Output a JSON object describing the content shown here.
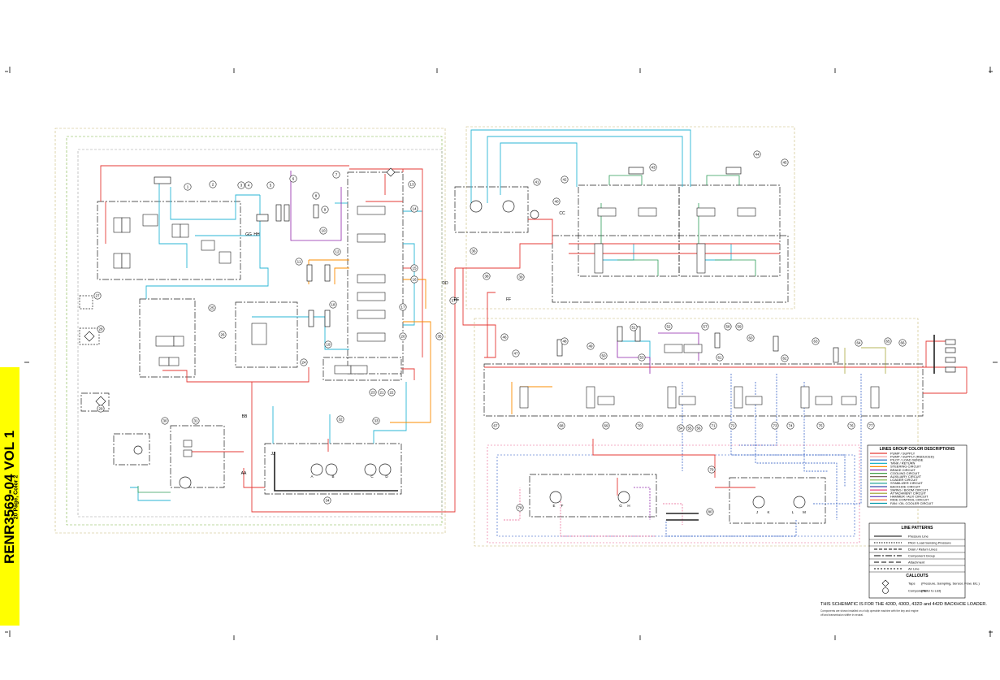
{
  "banner": {
    "title": "RENR3569-04 VOL 1",
    "subtitle": "20 Page, Color 2"
  },
  "legend_color": {
    "title": "LINES GROUP COLOR DESCRIPTIONS",
    "rows": [
      {
        "color": "#e53935",
        "text": "PUMP / SUPPLY"
      },
      {
        "color": "#f4a3a3",
        "text": "PUMP / SUPPLY (REDUCED)"
      },
      {
        "color": "#1565c0",
        "text": "PILOT / LOAD SENSE"
      },
      {
        "color": "#00acc1",
        "text": "TANK / RETURN"
      },
      {
        "color": "#fb8c00",
        "text": "STEERING CIRCUIT"
      },
      {
        "color": "#8e24aa",
        "text": "BRAKE CIRCUIT"
      },
      {
        "color": "#43a047",
        "text": "COOLING CIRCUIT"
      },
      {
        "color": "#6d4c41",
        "text": "AUXILIARY CIRCUIT"
      },
      {
        "color": "#7cb342",
        "text": "LOADER CIRCUIT"
      },
      {
        "color": "#26a69a",
        "text": "STABILIZER CIRCUIT"
      },
      {
        "color": "#3949ab",
        "text": "BACKHOE CIRCUIT"
      },
      {
        "color": "#ec407a",
        "text": "SWING / BOOM CIRCUIT"
      },
      {
        "color": "#9e9d24",
        "text": "ATTACHMENT CIRCUIT"
      },
      {
        "color": "#5e35b1",
        "text": "HAMMER / AUX CIRCUIT"
      },
      {
        "color": "#ff7043",
        "text": "RIDE CONTROL CIRCUIT"
      },
      {
        "color": "#0097a7",
        "text": "FAN / OIL COOLER CIRCUIT"
      }
    ]
  },
  "legend_line": {
    "title": "LINE PATTERNS",
    "rows": [
      {
        "dash": "",
        "text": "Pressure Line"
      },
      {
        "dash": "1.5,1.5",
        "text": "Pilot / Load Sensing Pressure"
      },
      {
        "dash": "4,2",
        "text": "Drain / Return Lines"
      },
      {
        "dash": "8,2,2,2",
        "text": "Component Group"
      },
      {
        "dash": "6,3",
        "text": "Attachment"
      },
      {
        "dash": "2,2",
        "text": "Air Line"
      }
    ],
    "callouts_title": "CALLOUTS",
    "callouts": [
      {
        "shape": "diamond",
        "text": "Taps"
      },
      {
        "shape": "circle",
        "text": "Components"
      }
    ],
    "callout_notes": [
      "(Pressure, Sampling, Sensor, Flow, Etc.)",
      "(Refer to List)"
    ]
  },
  "notes": {
    "main": "THIS SCHEMATIC IS FOR THE 420D, 430D, 432D and 442D BACKHOE LOADER.",
    "line1": "Components are shown installed on a fully operable machine with the key and engine",
    "line2": "off and transmission shifter in neutral."
  },
  "callouts": [
    "1",
    "2",
    "3",
    "4",
    "5",
    "6",
    "7",
    "8",
    "9",
    "10",
    "11",
    "12",
    "13",
    "14",
    "15",
    "16",
    "17",
    "18",
    "19",
    "20",
    "21",
    "22",
    "23",
    "24",
    "25",
    "26",
    "27",
    "28",
    "29",
    "30",
    "31",
    "32",
    "33",
    "34",
    "35",
    "36",
    "37",
    "38",
    "39",
    "40",
    "41",
    "42",
    "43",
    "44",
    "45",
    "46",
    "47",
    "48",
    "49",
    "50",
    "51",
    "52",
    "53",
    "54",
    "55",
    "56",
    "57",
    "58",
    "59",
    "60",
    "61",
    "62",
    "63",
    "64",
    "65",
    "66",
    "67",
    "68",
    "69",
    "70",
    "71",
    "72",
    "73",
    "74",
    "75",
    "76",
    "77",
    "78",
    "79",
    "80"
  ],
  "tap_labels": [
    "AA",
    "BB",
    "CC",
    "DD",
    "EE",
    "FF",
    "GG",
    "HH",
    "JJ"
  ],
  "port_letters": [
    "A",
    "B",
    "C",
    "D",
    "E",
    "F",
    "G",
    "H",
    "J",
    "K",
    "L",
    "M"
  ],
  "colors": {
    "pressure": "#e53935",
    "return": "#29b6d6",
    "pilot": "#1e4fbf",
    "orange": "#fb8c00",
    "purple": "#8e24aa",
    "green": "#2e9e5a",
    "pink": "#e85a8a",
    "khaki": "#c8b878",
    "olive": "#9e9d24",
    "grey": "#7a7a7a"
  }
}
